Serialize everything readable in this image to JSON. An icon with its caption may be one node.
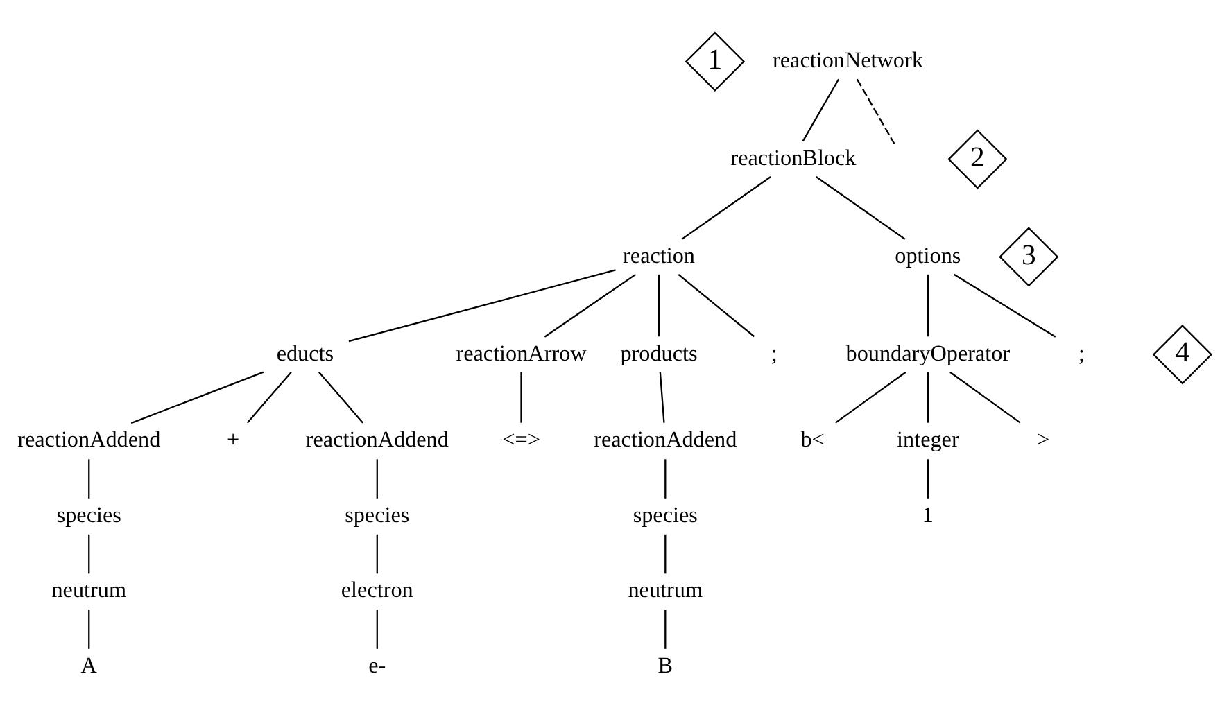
{
  "diagram": {
    "nodes": [
      {
        "text": [
          "1"
        ]
      },
      {
        "text": [
          "reactionNetwork"
        ]
      },
      {
        "text": [
          "2"
        ]
      },
      {
        "text": [
          "reactionBlock"
        ]
      },
      {
        "text": [
          "3"
        ]
      },
      {
        "text": [
          "reaction"
        ]
      },
      {
        "text": [
          "options"
        ]
      },
      {
        "text": [
          "4"
        ]
      },
      {
        "text": [
          "educts"
        ]
      },
      {
        "text": [
          "reactionArrow"
        ]
      },
      {
        "text": [
          "products"
        ]
      },
      {
        "text": [
          ";"
        ]
      },
      {
        "text": [
          "boundaryOperator"
        ]
      },
      {
        "text": [
          ";"
        ]
      },
      {
        "text": [
          "reactionAddend"
        ]
      },
      {
        "text": [
          "+"
        ]
      },
      {
        "text": [
          "reactionAddend"
        ]
      },
      {
        "text": [
          "<=>"
        ]
      },
      {
        "text": [
          "reactionAddend"
        ]
      },
      {
        "text": [
          "b<"
        ]
      },
      {
        "text": [
          "integer"
        ]
      },
      {
        "text": [
          ">"
        ]
      },
      {
        "text": [
          "species"
        ]
      },
      {
        "text": [
          "species"
        ]
      },
      {
        "text": [
          "species"
        ]
      },
      {
        "text": [
          "1"
        ]
      },
      {
        "text": [
          "neutrum"
        ]
      },
      {
        "text": [
          "electron"
        ]
      },
      {
        "text": [
          "neutrum"
        ]
      },
      {
        "text": [
          "A"
        ]
      },
      {
        "text": [
          "e-"
        ]
      },
      {
        "text": [
          "B"
        ]
      }
    ],
    "edges": [
      {
        "from": 1,
        "to": 3,
        "arrow": "none"
      },
      {
        "from": 1,
        "to": null,
        "arrow": "none",
        "style": "dashed"
      },
      {
        "from": 3,
        "to": 5,
        "arrow": "none"
      },
      {
        "from": 3,
        "to": 6,
        "arrow": "none"
      },
      {
        "from": 5,
        "to": 8,
        "arrow": "none"
      },
      {
        "from": 5,
        "to": 9,
        "arrow": "none"
      },
      {
        "from": 5,
        "to": 10,
        "arrow": "none"
      },
      {
        "from": 5,
        "to": 11,
        "arrow": "none"
      },
      {
        "from": 6,
        "to": 12,
        "arrow": "none"
      },
      {
        "from": 6,
        "to": 13,
        "arrow": "none"
      },
      {
        "from": 8,
        "to": 14,
        "arrow": "none"
      },
      {
        "from": 8,
        "to": 15,
        "arrow": "none"
      },
      {
        "from": 8,
        "to": 16,
        "arrow": "none"
      },
      {
        "from": 9,
        "to": 17,
        "arrow": "none"
      },
      {
        "from": 10,
        "to": 18,
        "arrow": "none"
      },
      {
        "from": 12,
        "to": 19,
        "arrow": "none"
      },
      {
        "from": 12,
        "to": 20,
        "arrow": "none"
      },
      {
        "from": 12,
        "to": 21,
        "arrow": "none"
      },
      {
        "from": 14,
        "to": 22,
        "arrow": "none"
      },
      {
        "from": 16,
        "to": 23,
        "arrow": "none"
      },
      {
        "from": 18,
        "to": 24,
        "arrow": "none"
      },
      {
        "from": 20,
        "to": 25,
        "arrow": "none"
      },
      {
        "from": 22,
        "to": 26,
        "arrow": "none"
      },
      {
        "from": 23,
        "to": 27,
        "arrow": "none"
      },
      {
        "from": 24,
        "to": 28,
        "arrow": "none"
      },
      {
        "from": 26,
        "to": 29,
        "arrow": "none"
      },
      {
        "from": 27,
        "to": 30,
        "arrow": "none"
      },
      {
        "from": 28,
        "to": 31,
        "arrow": "none"
      }
    ]
  }
}
